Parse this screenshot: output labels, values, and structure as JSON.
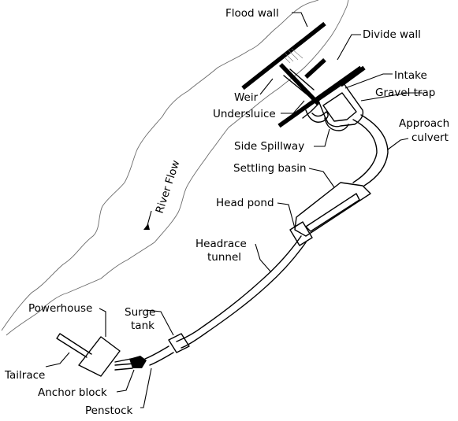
{
  "diagram": {
    "labels": {
      "flood_wall": "Flood wall",
      "divide_wall": "Divide wall",
      "intake": "Intake",
      "weir": "Weir",
      "gravel_trap": "Gravel trap",
      "undersluice": "Undersluice",
      "approach_culvert_line1": "Approach",
      "approach_culvert_line2": "culvert",
      "side_spillway": "Side Spillway",
      "settling_basin": "Settling basin",
      "head_pond": "Head pond",
      "river_flow": "River Flow",
      "headrace_tunnel_line1": "Headrace",
      "headrace_tunnel_line2": "tunnel",
      "powerhouse": "Powerhouse",
      "surge_tank_line1": "Surge",
      "surge_tank_line2": "tank",
      "tailrace": "Tailrace",
      "anchor_block": "Anchor block",
      "penstock": "Penstock"
    }
  }
}
